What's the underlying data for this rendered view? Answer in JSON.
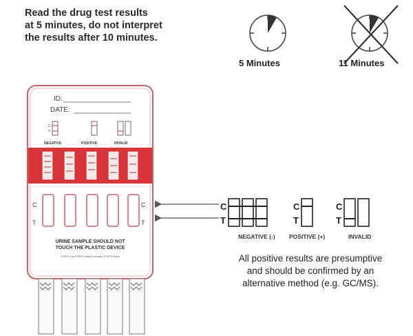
{
  "instruction": {
    "line1": "Read the drug test results",
    "line2": "at 5 minutes, do not interpret",
    "line3": "the results after 10 minutes."
  },
  "clocks": {
    "ok_label": "5 Minutes",
    "bad_label": "11 Minutes"
  },
  "device": {
    "id_label": "ID:",
    "date_label": "DATE:",
    "mini_legend": {
      "c": "C",
      "t": "T",
      "negative": "NEGATIVE",
      "positive": "POSITIVE",
      "invalid": "INVALID"
    },
    "window_c": "C",
    "window_t": "T",
    "warning_line1": "URINE SAMPLE SHOULD NOT",
    "warning_line2": "TOUCH THE PLASTIC DEVICE",
    "steps_line": "STEP1 Dip  STEP2 Wait 5 minutes  STEP3 Read"
  },
  "legend": {
    "c": "C",
    "t": "T",
    "negative": "NEGATIVE (-)",
    "positive": "POSITIVE (+)",
    "invalid": "INVALID"
  },
  "note": {
    "line1": "All positive results are presumptive",
    "line2": "and should be confirmed by an",
    "line3": "alternative method (e.g. GC/MS)."
  },
  "colors": {
    "label_band": "#d8353a",
    "device_border": "#c7626a",
    "arrow": "#555555"
  }
}
